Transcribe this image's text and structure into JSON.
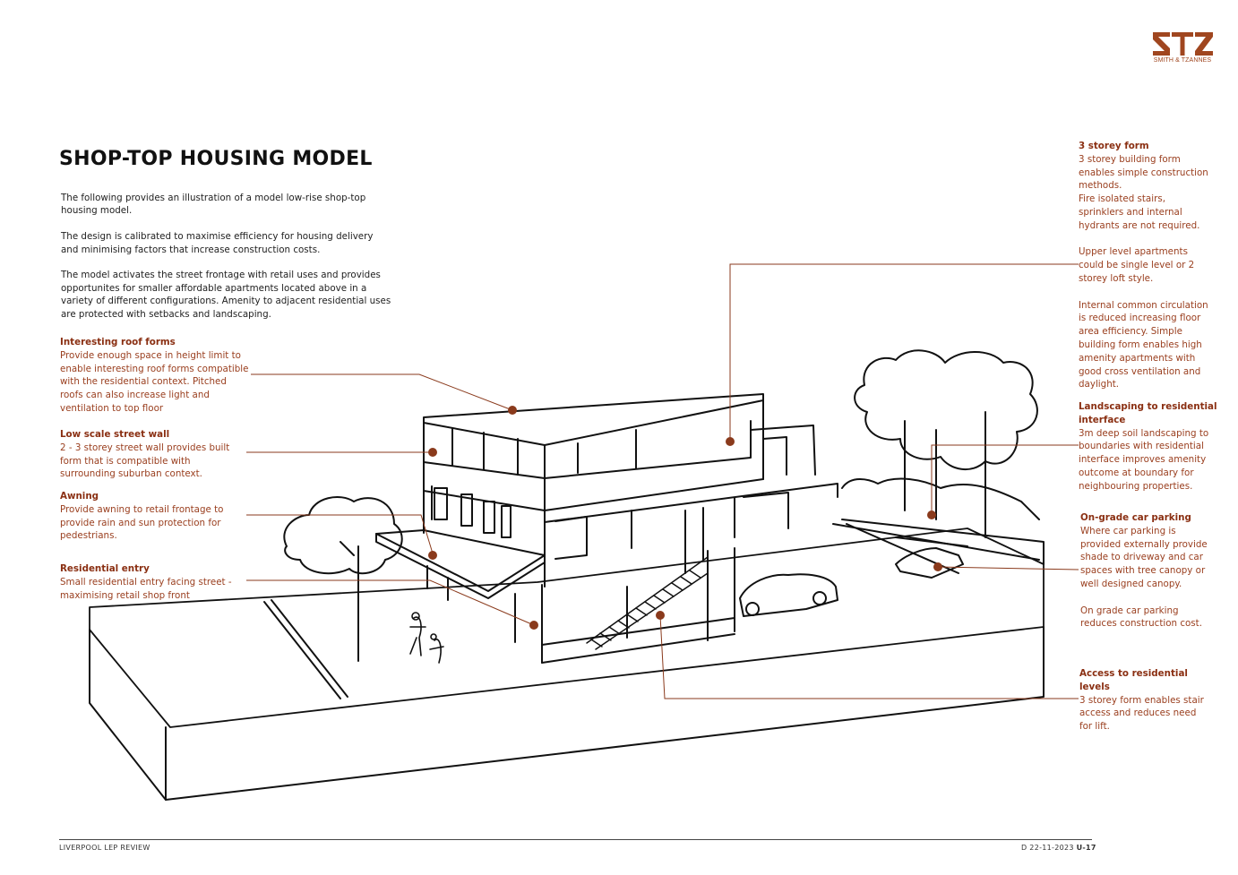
{
  "brand": {
    "name": "SMITH & TZANNES",
    "mark": "STZ",
    "color": "#a0461f"
  },
  "title": "SHOP-TOP HOUSING MODEL",
  "intro": [
    "The following provides an illustration of a model low-rise shop-top housing model.",
    "The design is calibrated to maximise efficiency for housing delivery and minimising factors that increase construction costs.",
    "The model activates the street frontage with retail uses and provides opportunites for smaller affordable apartments located above in a variety of different configurations. Amenity to adjacent residential uses are protected with setbacks and landscaping."
  ],
  "left_notes": [
    {
      "heading": "Interesting roof forms",
      "body": [
        "Provide enough space in height limit to",
        "enable interesting roof forms compatible",
        "with the residential context. Pitched",
        "roofs can also increase light and",
        "ventilation to top floor"
      ]
    },
    {
      "heading": "Low scale street wall",
      "body": [
        "2 - 3 storey street wall provides built",
        "form that is compatible with",
        "surrounding suburban context."
      ]
    },
    {
      "heading": "Awning",
      "body": [
        "Provide awning to retail frontage to",
        "provide rain and sun protection for",
        "pedestrians."
      ]
    },
    {
      "heading": "Residential entry",
      "body": [
        "Small residential entry facing street -",
        "maximising retail shop front"
      ]
    }
  ],
  "right_notes": [
    {
      "heading": "3 storey form",
      "paras": [
        [
          "3 storey building form",
          "enables simple construction",
          "methods.",
          "Fire isolated stairs,",
          "sprinklers and internal",
          "hydrants are not required."
        ],
        [
          "Upper level apartments",
          "could be single level or 2",
          "storey loft style."
        ],
        [
          "Internal common circulation",
          "is reduced increasing floor",
          "area efficiency. Simple",
          "building form enables high",
          "amenity apartments with",
          "good cross ventilation and",
          "daylight."
        ]
      ]
    },
    {
      "heading": "Landscaping to residential interface",
      "heading_lines": [
        "Landscaping to residential",
        "interface"
      ],
      "paras": [
        [
          "3m deep soil landscaping to",
          "boundaries with residential",
          "interface improves amenity",
          "outcome at boundary for",
          "neighbouring properties."
        ]
      ]
    },
    {
      "heading": "On-grade car parking",
      "paras": [
        [
          "Where car parking is",
          "provided externally provide",
          "shade to driveway and car",
          "spaces with tree canopy or",
          "well designed canopy."
        ],
        [
          "On grade car parking",
          "reduces construction cost."
        ]
      ]
    },
    {
      "heading": "Access to residential levels",
      "heading_lines": [
        "Access to residential",
        "levels"
      ],
      "paras": [
        [
          "3 storey form enables stair",
          "access and reduces need",
          "for lift."
        ]
      ]
    }
  ],
  "footer": {
    "left": "LIVERPOOL LEP REVIEW",
    "right_prefix": "D 22-11-2023",
    "page": "U-17"
  },
  "accent_color": "#8a3a1c"
}
